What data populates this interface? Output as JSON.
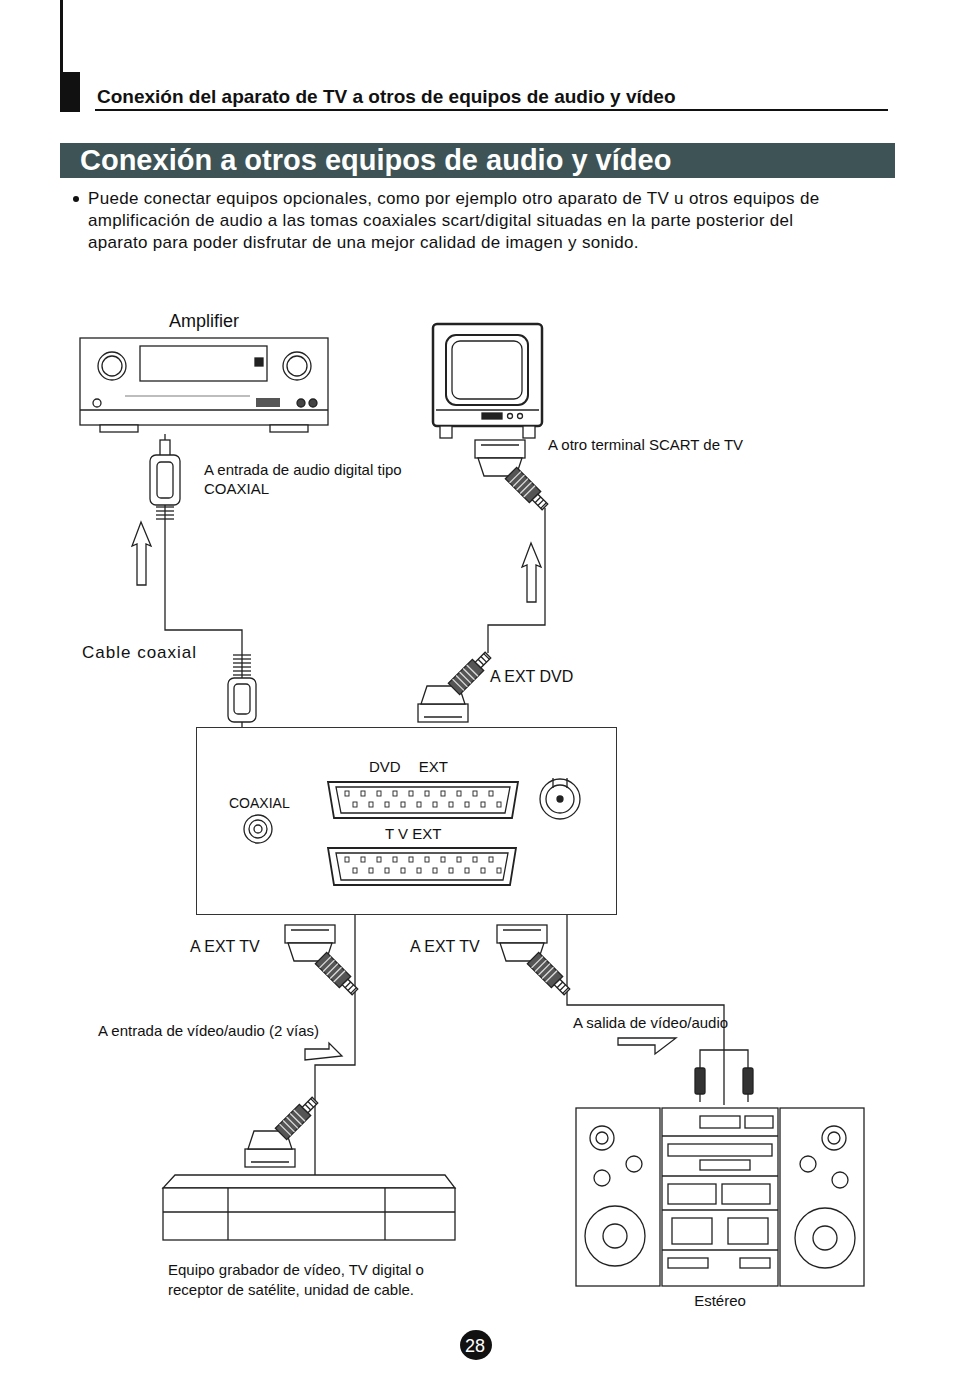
{
  "diagram": {
    "title": "Conexión a otros equipos de audio y vídeo",
    "nodes": [
      {
        "text": [
          "Amplifier"
        ]
      },
      {
        "text": [
          "DVD EXT",
          "COAXIAL",
          "T V EXT"
        ]
      },
      {
        "text": [
          "Equipo grabador de vídeo, TV digital o receptor de satélite, unidad de cable."
        ]
      },
      {
        "text": [
          "Estéreo"
        ]
      },
      {
        "text": [
          "28"
        ]
      }
    ],
    "edges": [
      {
        "from": 0,
        "to": 1,
        "arrow": "none",
        "label": "Cable coaxial"
      },
      {
        "from": 1,
        "to": 2,
        "arrow": "none"
      },
      {
        "from": 1,
        "to": 3,
        "arrow": "none"
      }
    ],
    "labels": [
      "Conexión del aparato de TV a otros de equipos de audio y vídeo",
      "Puede conectar equipos opcionales, como por ejemplo otro aparato de TV u otros equipos de amplificación de audio a las tomas coaxiales scart/digital situadas en la parte posterior del aparato para poder disfrutar de una mejor calidad de imagen y sonido.",
      "A entrada de audio digital tipo COAXIAL",
      "A otro terminal SCART de TV",
      "A EXT DVD",
      "A EXT TV",
      "A EXT TV",
      "A entrada de vídeo/audio (2 vías)",
      "A salida de vídeo/audio"
    ]
  }
}
